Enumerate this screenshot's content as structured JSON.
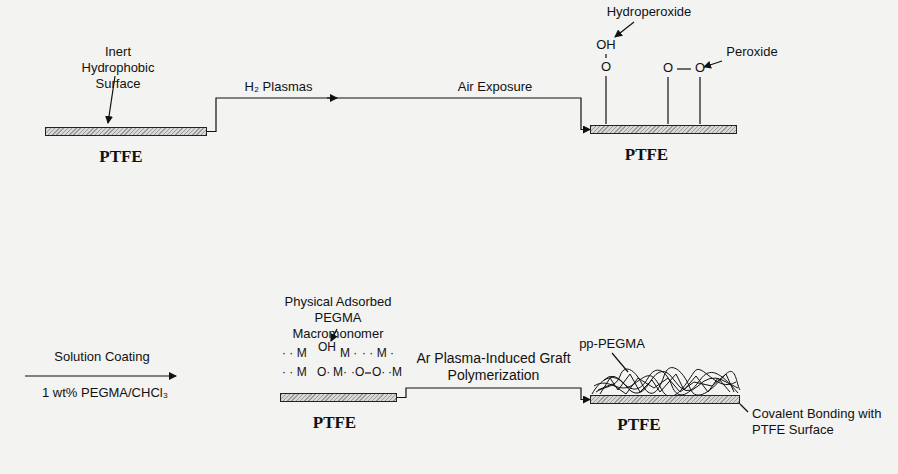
{
  "diagram": {
    "nodes": [
      {
        "text": [
          "PTFE"
        ]
      },
      {
        "text": [
          "PTFE"
        ]
      },
      {
        "text": [
          "PTFE"
        ]
      },
      {
        "text": [
          "PTFE"
        ]
      }
    ],
    "edges": [
      {
        "from": 0,
        "to": 1,
        "arrow": "to"
      },
      {
        "from": 2,
        "to": 3,
        "label": "Ar Plasma-Induced Graft Polymerization",
        "arrow": "to"
      }
    ],
    "labels": [
      "Inert Hydrophobic Surface",
      "H₂ Plasmas",
      "Air Exposure",
      "Hydroperoxide",
      "Peroxide",
      "OH",
      "O",
      "O",
      "O",
      "Solution Coating",
      "1 wt% PEGMA/CHCl₃",
      "Physical Adsorbed PEGMA Macromonomer",
      "· · M",
      "OH",
      "M ·",
      "· · M ·",
      "· · M",
      "O·",
      "M·",
      "·O",
      "O·",
      "·M",
      "pp-PEGMA",
      "Covalent Bonding with PTFE Surface"
    ]
  }
}
